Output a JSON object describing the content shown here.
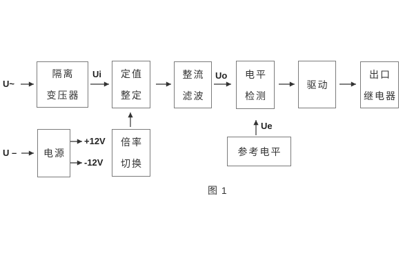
{
  "figure": {
    "caption": "图 1"
  },
  "inputs": {
    "ac_label": "U~",
    "dc_label": "U –"
  },
  "signal_labels": {
    "ui": "Ui",
    "uo": "Uo",
    "ue": "Ue",
    "supply_pos": "+12V",
    "supply_neg": "-12V"
  },
  "blocks": {
    "isolation_transformer": {
      "line1": "隔离",
      "line2": "变压器"
    },
    "setting_adjustment": {
      "line1": "定值",
      "line2": "整定"
    },
    "rectifier_filter": {
      "line1": "整流",
      "line2": "滤波"
    },
    "level_detection": {
      "line1": "电平",
      "line2": "检测"
    },
    "drive": {
      "label": "驱动"
    },
    "output_relay": {
      "line1": "出口",
      "line2": "继电器"
    },
    "power_supply": {
      "label": "电源"
    },
    "ratio_switch": {
      "line1": "倍率",
      "line2": "切换"
    },
    "reference_level": {
      "label": "参考电平"
    }
  },
  "colors": {
    "background": "#ffffff",
    "box_border": "#7a7a7a",
    "line": "#333333",
    "text": "#333333"
  }
}
